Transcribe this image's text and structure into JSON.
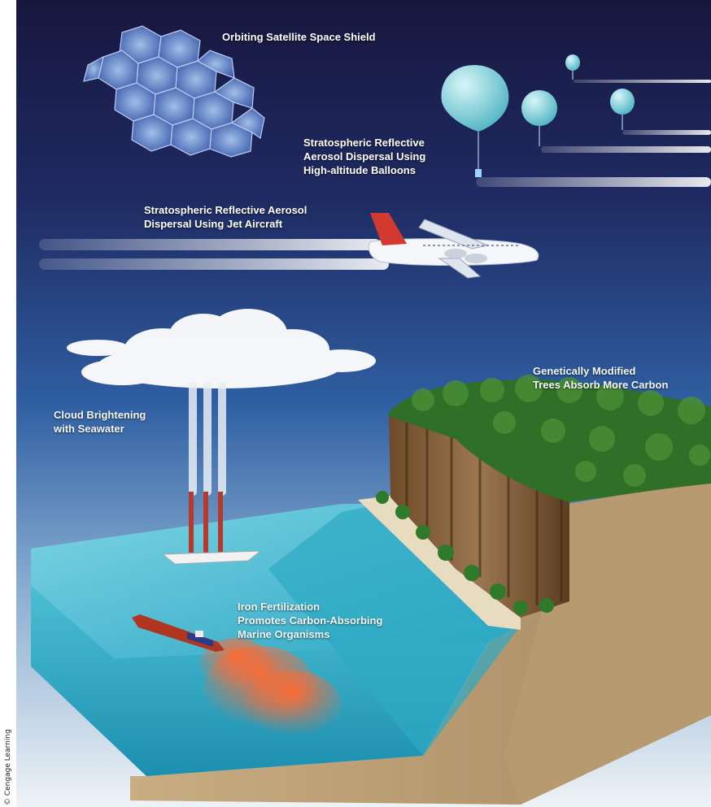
{
  "labels": {
    "satellite_shield": [
      "Orbiting Satellite Space Shield"
    ],
    "balloons": [
      "Stratospheric Reflective",
      "Aerosol Dispersal Using",
      "High-altitude Balloons"
    ],
    "jet": [
      "Stratospheric Reflective Aerosol",
      "Dispersal Using Jet Aircraft"
    ],
    "cloud": [
      "Cloud Brightening",
      "with Seawater"
    ],
    "trees": [
      "Genetically  Modified",
      "Trees Absorb More Carbon"
    ],
    "iron": [
      "Iron Fertilization",
      "Promotes Carbon-Absorbing",
      "Marine Organisms"
    ]
  },
  "credit": "© Cengage Learning",
  "colors": {
    "sky_top": "#1a1a4a",
    "sky_mid": "#2b4f93",
    "sky_bottom": "#dfe9f2",
    "ocean": "#3fb7cf",
    "ocean_deep": "#1e8fb0",
    "soil": "#b89a73",
    "forest": "#2f6f28",
    "iron_plume": "#e8552a"
  },
  "icons": [
    "satellite-panels-icon",
    "balloon-icon",
    "jet-aircraft-icon",
    "cloud-icon",
    "seawater-spray-platform-icon",
    "ship-icon",
    "forest-icon"
  ]
}
